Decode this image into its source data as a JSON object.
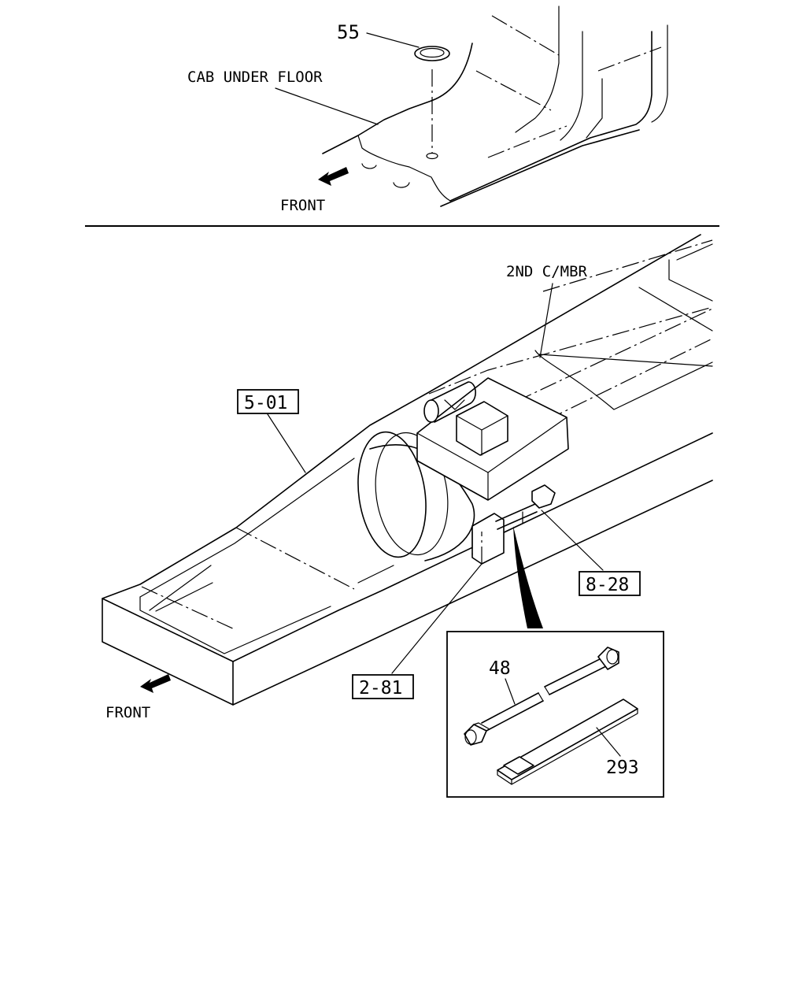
{
  "top_view": {
    "callout_55": "55",
    "cab_under_floor": "CAB UNDER FLOOR",
    "front": "FRONT"
  },
  "main_view": {
    "second_crossmember": "2ND C/MBR",
    "ref_5_01": "5-01",
    "ref_8_28": "8-28",
    "ref_2_81": "2-81",
    "front": "FRONT"
  },
  "detail_inset": {
    "callout_48": "48",
    "callout_293": "293"
  }
}
